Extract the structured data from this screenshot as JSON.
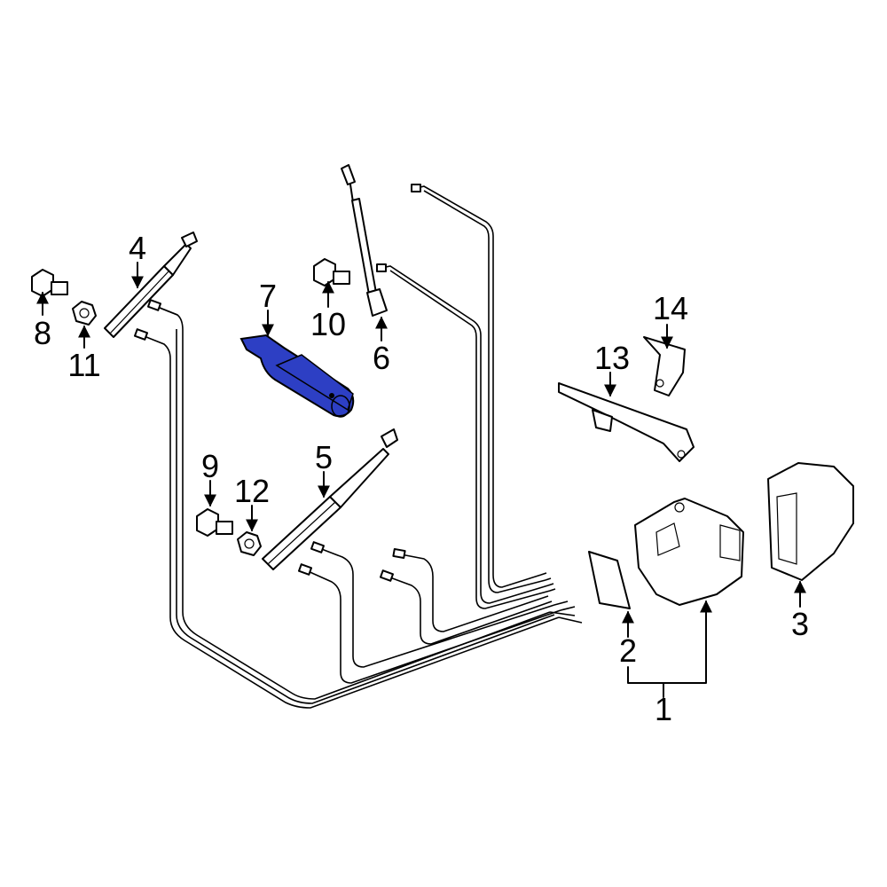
{
  "diagram": {
    "highlight_color": "#2d3fc4",
    "callouts": [
      {
        "id": "c1",
        "label": "1"
      },
      {
        "id": "c2",
        "label": "2"
      },
      {
        "id": "c3",
        "label": "3"
      },
      {
        "id": "c4",
        "label": "4"
      },
      {
        "id": "c5",
        "label": "5"
      },
      {
        "id": "c6",
        "label": "6"
      },
      {
        "id": "c7",
        "label": "7"
      },
      {
        "id": "c8",
        "label": "8"
      },
      {
        "id": "c9",
        "label": "9"
      },
      {
        "id": "c10",
        "label": "10"
      },
      {
        "id": "c11",
        "label": "11"
      },
      {
        "id": "c12",
        "label": "12"
      },
      {
        "id": "c13",
        "label": "13"
      },
      {
        "id": "c14",
        "label": "14"
      }
    ],
    "highlighted_part": "7"
  }
}
